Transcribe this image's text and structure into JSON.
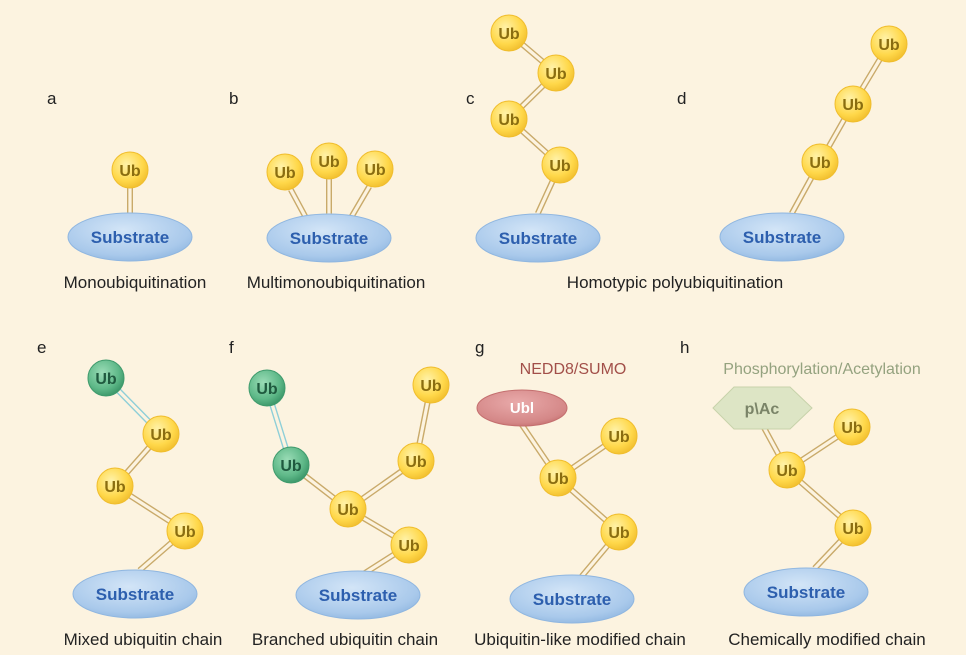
{
  "colors": {
    "background": "#fcf3e0",
    "substrate_fill": "#a9c9eb",
    "substrate_text": "#2d5fae",
    "ub_fill": "#ffd84a",
    "ub_text": "#8a6d10",
    "ub_green_fill": "#5eb888",
    "ub_green_text": "#1f5a3f",
    "ubl_fill": "#d48787",
    "pac_fill": "#dde5c5",
    "nedd8_sumo_text": "#a24f49",
    "phospho_text": "#94a27f",
    "linker": "#c9aa6a",
    "linker_green": "#8ecfd8"
  },
  "panels": [
    {
      "id": "a",
      "letter": "a",
      "substrate_label": "Substrate",
      "caption": "Monoubiquitination",
      "ub_label": "Ub"
    },
    {
      "id": "b",
      "letter": "b",
      "substrate_label": "Substrate",
      "caption": "Multimonoubiquitination",
      "ub_label": "Ub"
    },
    {
      "id": "c",
      "letter": "c",
      "substrate_label": "Substrate",
      "ub_label": "Ub"
    },
    {
      "id": "d",
      "letter": "d",
      "substrate_label": "Substrate",
      "ub_label": "Ub"
    },
    {
      "id": "e",
      "letter": "e",
      "substrate_label": "Substrate",
      "caption": "Mixed ubiquitin chain",
      "ub_label": "Ub"
    },
    {
      "id": "f",
      "letter": "f",
      "substrate_label": "Substrate",
      "caption": "Branched ubiquitin chain",
      "ub_label": "Ub"
    },
    {
      "id": "g",
      "letter": "g",
      "substrate_label": "Substrate",
      "caption": "Ubiquitin-like modified chain",
      "ub_label": "Ub",
      "modifier_label": "NEDD8/SUMO",
      "ubl_label": "Ubl"
    },
    {
      "id": "h",
      "letter": "h",
      "substrate_label": "Substrate",
      "caption": "Chemically modified  chain",
      "ub_label": "Ub",
      "modifier_label": "Phosphorylation/Acetylation",
      "pac_label": "p\\Ac"
    }
  ],
  "shared_captions": {
    "cd": "Homotypic polyubiquitination"
  }
}
